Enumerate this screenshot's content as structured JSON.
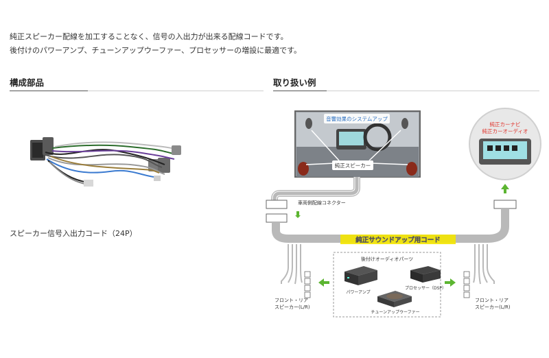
{
  "intro": {
    "line1": "純正スピーカー配線を加工することなく、信号の入出力が出来る配線コードです。",
    "line2": "後付けのパワーアンプ、チューンアップウーファー、プロセッサーの増設に最適です。"
  },
  "sections": {
    "parts_title": "構成部品",
    "example_title": "取り扱い例"
  },
  "part": {
    "label": "スピーカー信号入出力コード（24P）"
  },
  "diagram": {
    "sound_up_label": "音響効果のシステムアップ",
    "speaker_label": "純正スピーカー",
    "navi_label_1": "純正カーナビ",
    "navi_label_2": "純正カーオーディオ",
    "connector_label": "車両側配線コネクター",
    "cord_label": "純正サウンドアップ用コード",
    "parts_box_label": "後付けオーディオパーツ",
    "power_amp_label": "パワーアンプ",
    "processor_label": "プロセッサー（DSP）",
    "woofer_label": "チューンアップウーファー",
    "front_rear_left_1": "フロント・リア",
    "front_rear_left_2": "スピーカー(L/R)",
    "front_rear_right_1": "フロント・リア",
    "front_rear_right_2": "スピーカー(L/R)"
  },
  "colors": {
    "arrow_green": "#5cb531",
    "cord_yellow": "#f4e600",
    "navi_red": "#e0322a",
    "screen_cyan": "#7fe0e6"
  }
}
